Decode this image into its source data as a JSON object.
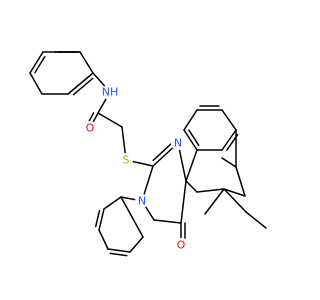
{
  "colors": {
    "background": "#ffffff",
    "bond": "#000000",
    "nitrogen": "#3050f8",
    "oxygen": "#ff0d0d",
    "sulfur": "#c8a000"
  },
  "labels": {
    "amide_nh": "NH",
    "amide_o": "O",
    "thioether_s": "S",
    "ring_n_upper": "N",
    "ring_n_lower": "N",
    "ketone_o": "O"
  }
}
